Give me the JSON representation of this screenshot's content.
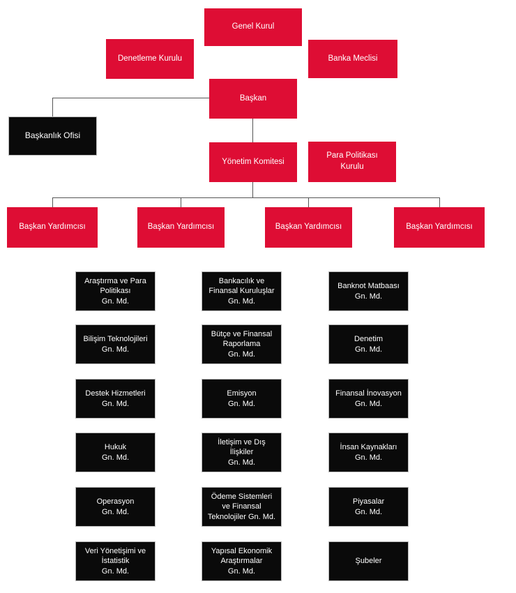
{
  "palette": {
    "box_red": "#DE0D34",
    "box_black": "#0a0a0a",
    "connector_line": "#555555",
    "label_text": "#ffffff",
    "background": "#ffffff"
  },
  "nodes": {
    "genel_kurul": "Genel Kurul",
    "denetleme_kurulu": "Denetleme Kurulu",
    "banka_meclisi": "Banka Meclisi",
    "baskan": "Başkan",
    "baskanlik_ofisi": "Başkanlık Ofisi",
    "yonetim_komitesi": "Yönetim Komitesi",
    "para_politikasi_kurulu": "Para Politikası\nKurulu",
    "baskan_yardimcisi_1": "Başkan Yardımcısı",
    "baskan_yardimcisi_2": "Başkan Yardımcısı",
    "baskan_yardimcisi_3": "Başkan Yardımcısı",
    "baskan_yardimcisi_4": "Başkan Yardımcısı"
  },
  "grid": {
    "c1": [
      "Araştırma ve Para\nPolitikası\nGn. Md.",
      "Bilişim Teknolojileri\nGn. Md.",
      "Destek Hizmetleri\nGn. Md.",
      "Hukuk\nGn. Md.",
      "Operasyon\nGn. Md.",
      "Veri Yönetişimi ve\nİstatistik\nGn. Md."
    ],
    "c2": [
      "Bankacılık ve\nFinansal Kuruluşlar\nGn. Md.",
      "Bütçe ve Finansal\nRaporlama\nGn. Md.",
      "Emisyon\nGn. Md.",
      "İletişim ve Dış\nİlişkiler\nGn. Md.",
      "Ödeme Sistemleri\nve Finansal\nTeknolojiler Gn. Md.",
      "Yapısal Ekonomik\nAraştırmalar\nGn. Md."
    ],
    "c3": [
      "Banknot Matbaası\nGn. Md.",
      "Denetim\nGn. Md.",
      "Finansal İnovasyon\nGn. Md.",
      "İnsan Kaynakları\nGn. Md.",
      "Piyasalar\nGn. Md.",
      "Şubeler"
    ]
  }
}
